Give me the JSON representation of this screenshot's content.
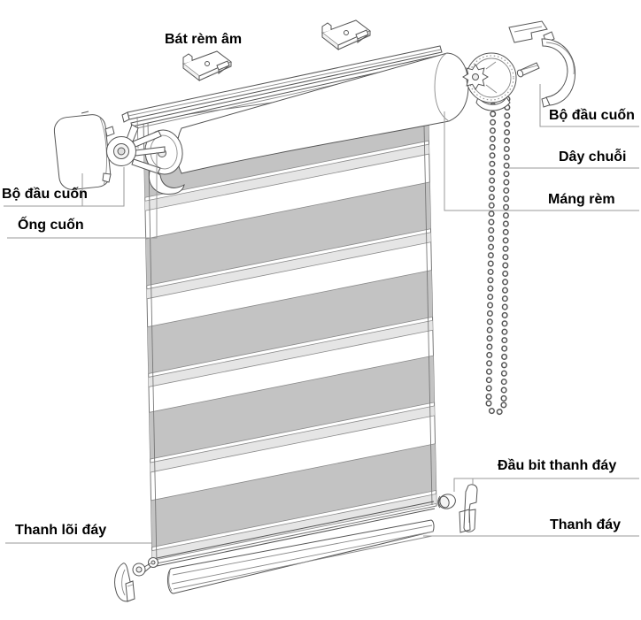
{
  "diagram": {
    "background": "#ffffff",
    "colors": {
      "line": "#555555",
      "line_light": "#8a8a8a",
      "leader": "#9a9a9a",
      "fabric_gray": "#c3c3c3",
      "fabric_light_strip": "#e5e5e5",
      "white": "#ffffff",
      "label_text": "#000000"
    },
    "labels": {
      "top_bracket": "Bát rèm âm",
      "clutch_right": "Bộ đầu cuốn",
      "chain": "Dây chuỗi",
      "rail": "Máng rèm",
      "end_cap_left": "Bộ đầu cuốn",
      "tube": "Ống cuốn",
      "bottom_end_cap": "Đầu bit thanh đáy",
      "bottom_bar": "Thanh đáy",
      "bottom_core_bar": "Thanh lõi đáy"
    }
  }
}
